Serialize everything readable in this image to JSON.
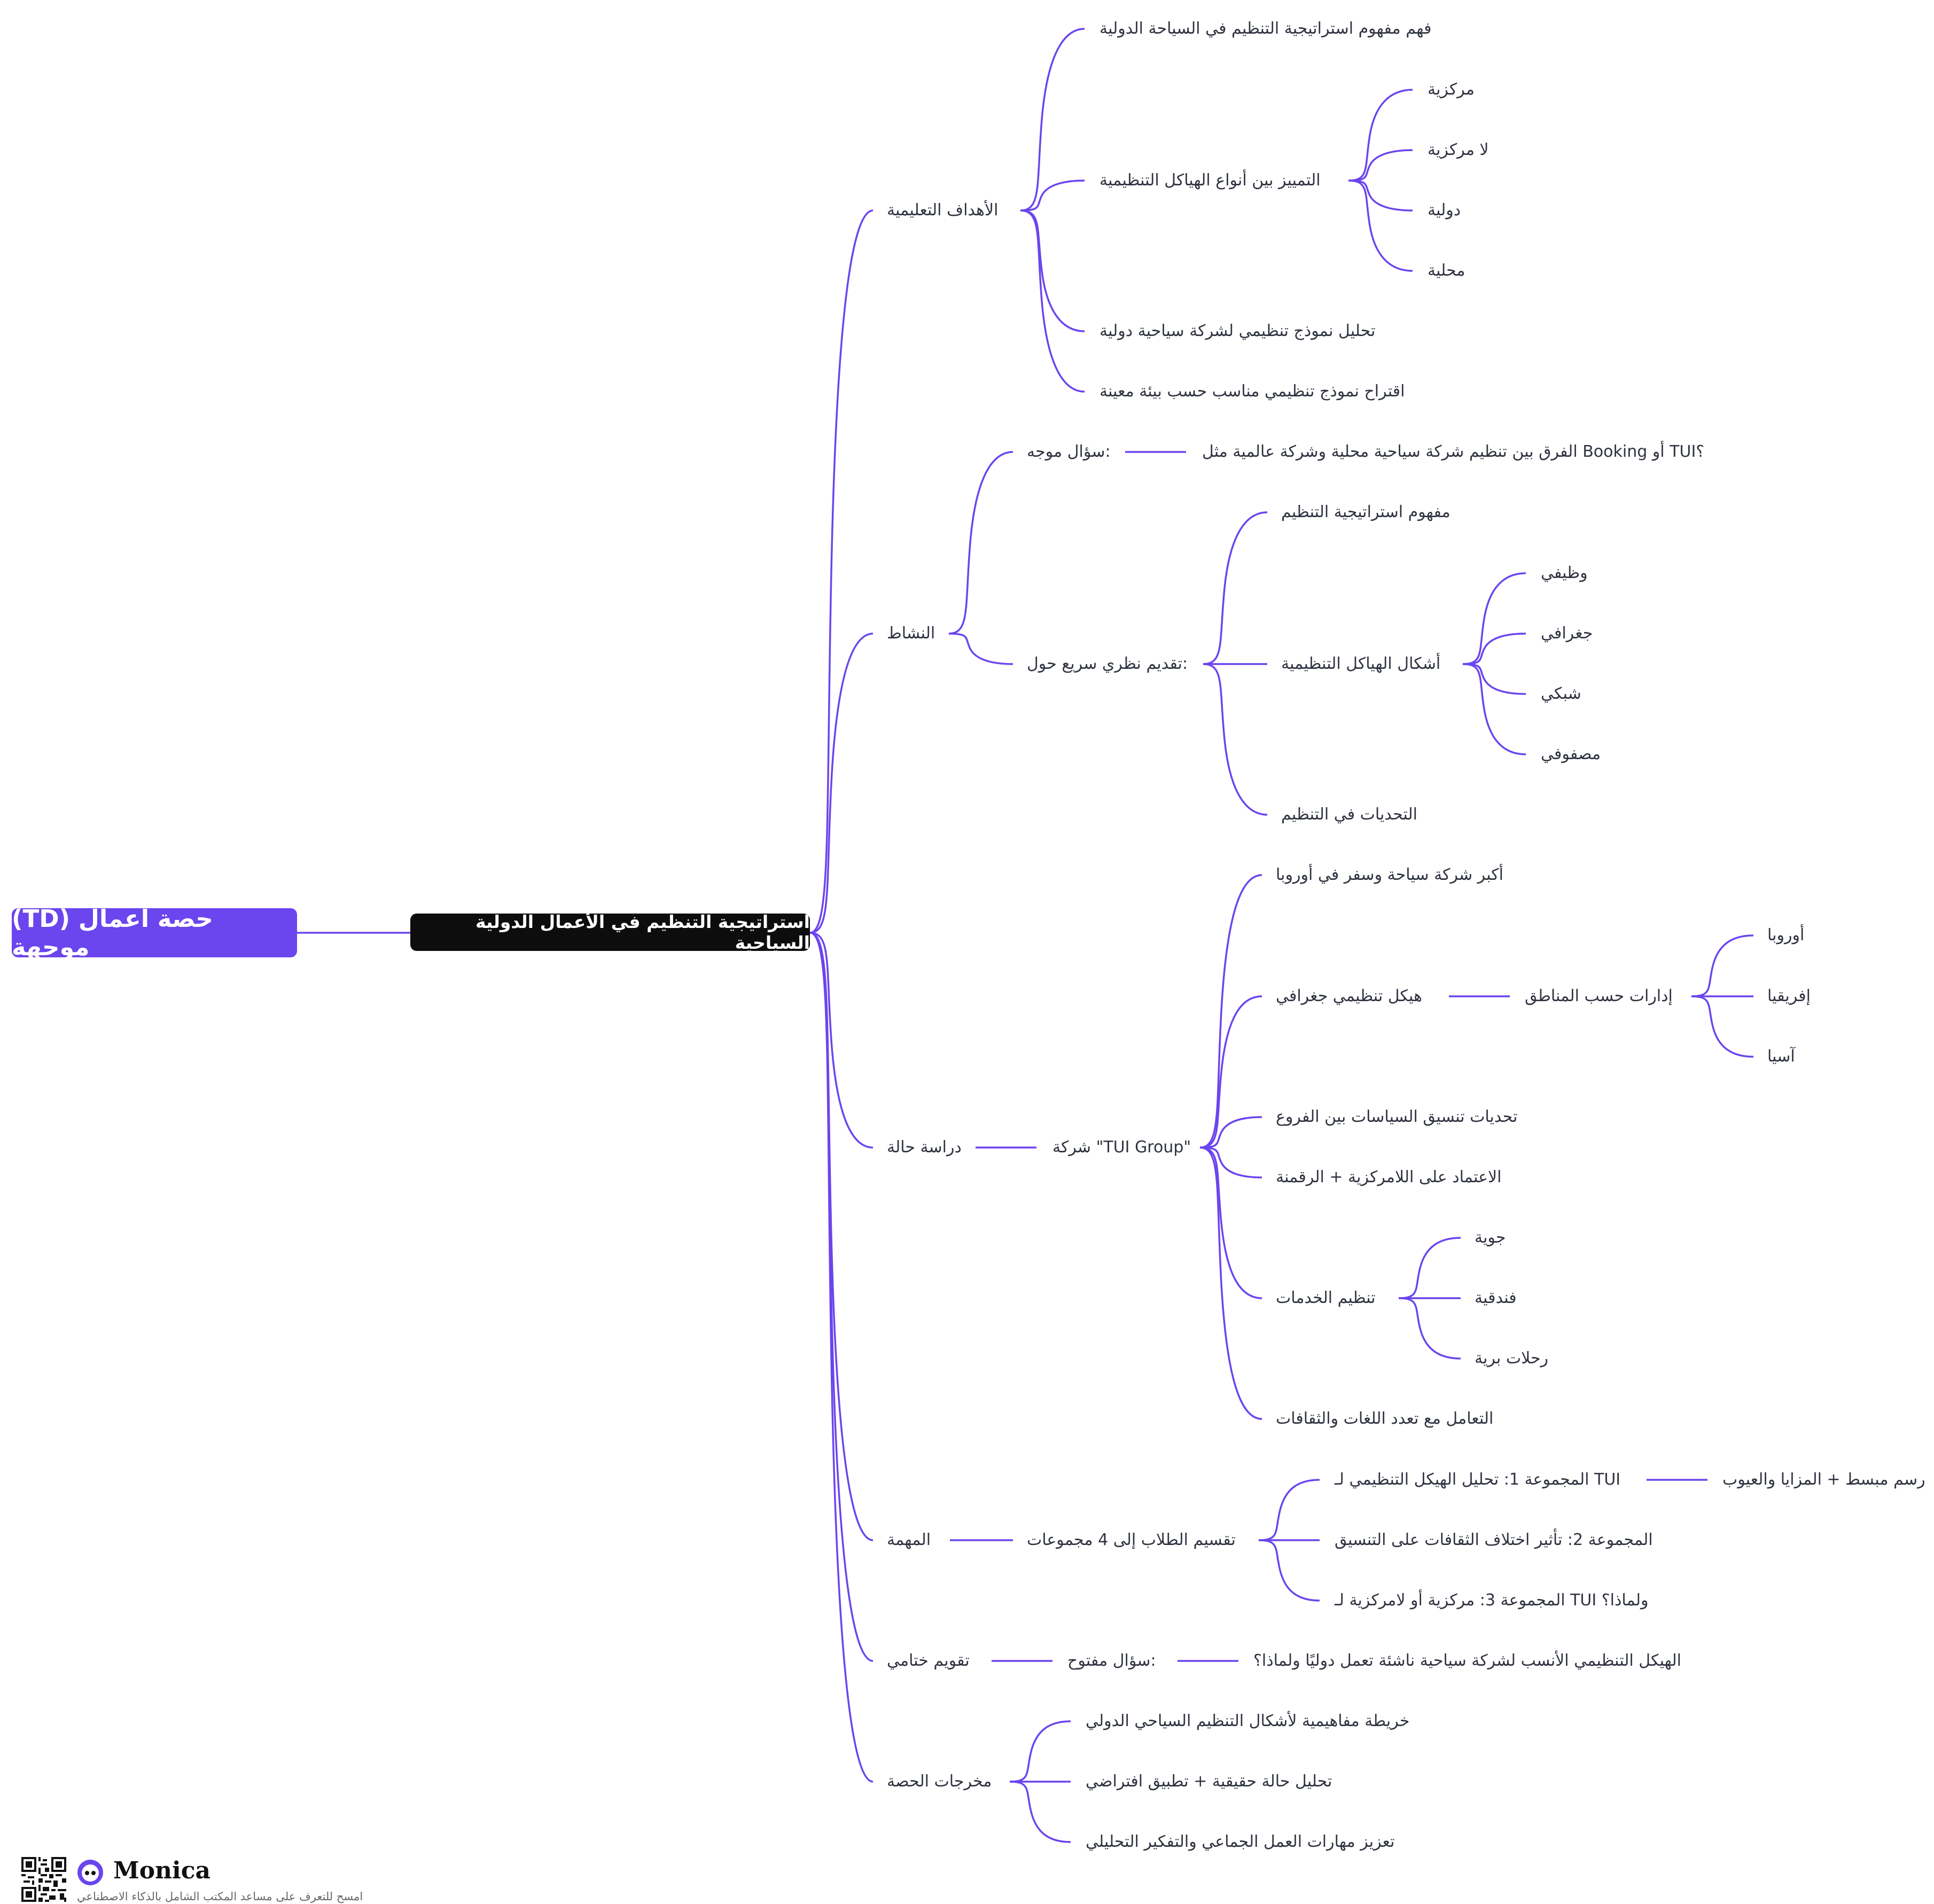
{
  "title": "(TD) حصة أعمال موجهة",
  "main_topic": "استراتيجية التنظيم في الأعمال الدولية السياحية",
  "colors": {
    "accent": "#6b45ee",
    "edge": "#6b45ee",
    "main_bg": "#0d0d0d",
    "text": "#2f3340"
  },
  "branches": {
    "objectives": {
      "label": "الأهداف التعليمية",
      "items": {
        "concept": "فهم مفهوم استراتيجية التنظيم في السياحة الدولية",
        "distinguish": {
          "label": "التمييز بين أنواع الهياكل التنظيمية",
          "types": [
            "مركزية",
            "لا مركزية",
            "دولية",
            "محلية"
          ]
        },
        "analyze": "تحليل نموذج تنظيمي لشركة سياحية دولية",
        "propose": "اقتراح نموذج تنظيمي مناسب حسب بيئة معينة"
      }
    },
    "activity": {
      "label": "النشاط",
      "guiding_question": {
        "label": "سؤال موجه:",
        "text": "الفرق بين تنظيم شركة سياحية محلية وشركة عالمية مثل Booking أو TUI؟"
      },
      "theory": {
        "label": "تقديم نظري سريع حول:",
        "concept": "مفهوم استراتيجية التنظيم",
        "forms": {
          "label": "أشكال الهياكل التنظيمية",
          "items": [
            "وظيفي",
            "جغرافي",
            "شبكي",
            "مصفوفي"
          ]
        },
        "challenges": "التحديات في التنظيم"
      }
    },
    "case_study": {
      "label": "دراسة حالة",
      "company": {
        "label": "شركة \"TUI Group\"",
        "largest": "أكبر شركة سياحة وسفر في أوروبا",
        "geo": {
          "label": "هيكل تنظيمي جغرافي",
          "regions": {
            "label": "إدارات حسب المناطق",
            "items": [
              "أوروبا",
              "إفريقيا",
              "آسيا"
            ]
          }
        },
        "coordination": "تحديات تنسيق السياسات بين الفروع",
        "decentral": "الاعتماد على اللامركزية + الرقمنة",
        "services": {
          "label": "تنظيم الخدمات",
          "items": [
            "جوية",
            "فندقية",
            "رحلات برية"
          ]
        },
        "cultures": "التعامل مع تعدد اللغات والثقافات"
      }
    },
    "task": {
      "label": "المهمة",
      "split": {
        "label": "تقسيم الطلاب إلى 4 مجموعات",
        "group1": {
          "label": "المجموعة 1: تحليل الهيكل التنظيمي لـ TUI",
          "detail": "رسم مبسط + المزايا والعيوب"
        },
        "group2": "المجموعة 2: تأثير اختلاف الثقافات على التنسيق",
        "group3": "المجموعة 3: مركزية أو لامركزية لـ TUI ولماذا؟"
      }
    },
    "evaluation": {
      "label": "تقويم ختامي",
      "open_question": {
        "label": "سؤال مفتوح:",
        "text": "الهيكل التنظيمي الأنسب لشركة سياحية ناشئة تعمل دوليًا ولماذا؟"
      }
    },
    "outcomes": {
      "label": "مخرجات الحصة",
      "items": [
        "خريطة مفاهيمية لأشكال التنظيم السياحي الدولي",
        "تحليل حالة حقيقية + تطبيق افتراضي",
        "تعزيز مهارات العمل الجماعي والتفكير التحليلي"
      ]
    }
  },
  "footer": {
    "brand": "Monica",
    "tagline": "امسح للتعرف على مساعد المكتب الشامل بالذكاء الاصطناعي",
    "qr_icon": "qr-code-icon",
    "logo_icon": "monica-logo-icon"
  }
}
